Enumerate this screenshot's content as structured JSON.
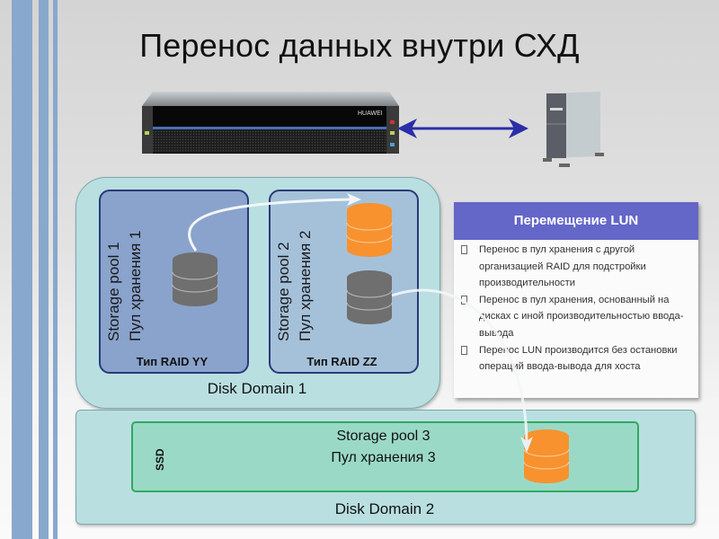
{
  "title": "Перенос данных внутри СХД",
  "hardware": {
    "storage_array_brand": "HUAWEI",
    "link": "bidirectional-arrow",
    "host": "server-tower"
  },
  "disk_domain_1": {
    "label": "Disk Domain 1",
    "pools": [
      {
        "name_en": "Storage pool 1",
        "name_ru": "Пул хранения 1",
        "raid": "Тип RAID YY",
        "disks": [
          {
            "color": "gray"
          }
        ]
      },
      {
        "name_en": "Storage pool 2",
        "name_ru": "Пул хранения 2",
        "raid": "Тип RAID ZZ",
        "disks": [
          {
            "color": "orange"
          },
          {
            "color": "gray"
          }
        ]
      }
    ]
  },
  "disk_domain_2": {
    "label": "Disk Domain 2",
    "pool": {
      "name_en": "Storage pool 3",
      "name_ru": "Пул хранения 3",
      "media": "SSD",
      "disks": [
        {
          "color": "orange"
        }
      ]
    }
  },
  "info_panel": {
    "header": "Перемещение LUN",
    "items": [
      "Перенос в пул хранения с другой организацией RAID для подстройки производительности",
      "Перенос в пул хранения, основанный на дисках с иной производительностью ввода-вывода",
      "Перенос LUN производится без остановки операций ввода-вывода для хоста"
    ]
  },
  "colors": {
    "stripe": "#88a8cc",
    "domain": "#b9dfe1",
    "pool1": "#8aa3cc",
    "pool2": "#a5c1da",
    "pool3": "#9bd9c7",
    "panel_header": "#6466c8",
    "disk_orange": "#f7922e",
    "disk_gray": "#6f6f6f",
    "arrow_blue": "#2a2ea8"
  }
}
